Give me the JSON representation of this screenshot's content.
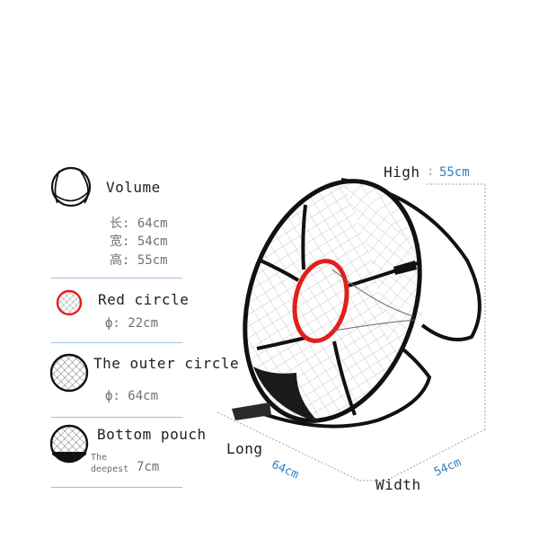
{
  "legend": {
    "volume": {
      "title": "Volume",
      "lines": [
        "长: 64cm",
        "宽: 54cm",
        "高: 55cm"
      ]
    },
    "red_circle": {
      "title": "Red circle",
      "spec": "ф: 22cm"
    },
    "outer_circle": {
      "title": "The outer circle",
      "spec": "ф: 64cm"
    },
    "bottom_pouch": {
      "title": "Bottom pouch",
      "spec_line1": "The",
      "spec_line2": "deepest",
      "spec_value": "7cm"
    }
  },
  "dimensions": {
    "high_label": "High",
    "high_sep": ":",
    "high_value": "55cm",
    "long_label": "Long",
    "long_value": "64cm",
    "width_label": "Width",
    "width_value": "54cm"
  },
  "colors": {
    "accent_blue": "#2f7fc0",
    "red_ring": "#e0201c",
    "frame": "#111111",
    "divider": "#9fc1dc"
  }
}
